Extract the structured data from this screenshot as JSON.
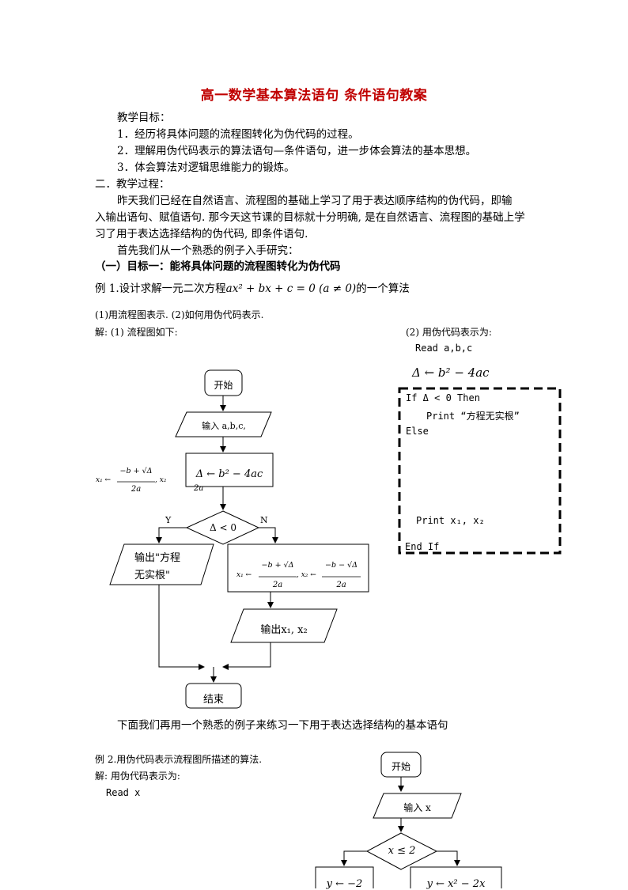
{
  "title": "高一数学基本算法语句 条件语句教案",
  "goals": {
    "heading": "教学目标：",
    "items": [
      "1．经历将具体问题的流程图转化为伪代码的过程。",
      "2．理解用伪代码表示的算法语句—条件语句，进一步体会算法的基本思想。",
      "3．体会算法对逻辑思维能力的锻炼。"
    ]
  },
  "process": {
    "heading": "二．教学过程：",
    "para_lines": [
      "昨天我们已经在自然语言、流程图的基础上学习了用于表达顺序结构的伪代码，即输",
      "入输出语句、赋值语句. 那今天这节课的目标就十分明确, 是在自然语言、流程图的基础上学",
      "习了用于表达选择结构的伪代码, 即条件语句."
    ],
    "lead": "首先我们从一个熟悉的例子入手研究：",
    "goal1": "（一）目标一：能将具体问题的流程图转化为伪代码"
  },
  "example1": {
    "prefix": "例 1.设计求解一元二次方程",
    "equation": "ax² + bx + c = 0 (a ≠ 0)",
    "suffix": "的一个算法",
    "parts": "(1)用流程图表示.     (2)如何用伪代码表示.",
    "sol_left": "解: (1) 流程图如下:",
    "sol_right": "(2) 用伪代码表示为:",
    "flow": {
      "start": "开始",
      "input": "输入 a,b,c,",
      "assign": "Δ ← b² − 4ac",
      "decision": "Δ < 0",
      "yes": "Y",
      "no": "N",
      "no_root": "输出\"方程",
      "no_root2": "无实根\"",
      "output": "输出x₁, x₂",
      "end": "结束",
      "root_x1": "x₁ ←",
      "root_num1": "−b + √Δ",
      "root_x2": ", x₂ ←",
      "root_num2": "−b − √Δ",
      "root_den": "2a",
      "stray_left": "x₁ ←",
      "stray_num": "−b + √Δ",
      "stray_mid": ", x₂",
      "stray_den": "2a",
      "stray_den2": "2a"
    },
    "code": {
      "read": "Read a,b,c",
      "assign": "Δ ← b² − 4ac",
      "if": "If   Δ < 0  Then",
      "print1": "Print  “方程无实根”",
      "else": "Else",
      "print2": "Print  x₁, x₂",
      "endif": "End If"
    }
  },
  "transition": "下面我们再用一个熟悉的例子来练习一下用于表达选择结构的基本语句",
  "example2": {
    "title": "例 2.用伪代码表示流程图所描述的算法.",
    "solution": "解: 用伪代码表示为:",
    "read": "Read x",
    "flow": {
      "start": "开始",
      "input": "输入 x",
      "decision": "x ≤ 2",
      "left": "y ← −2",
      "right": "y ← x² − 2x"
    }
  }
}
